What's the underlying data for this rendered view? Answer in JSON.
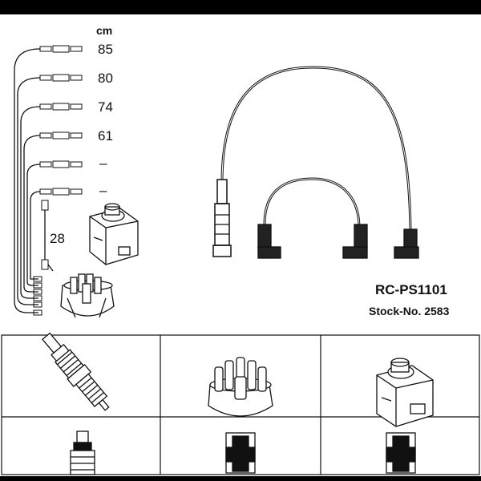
{
  "product": {
    "part_number": "RC-PS1101",
    "stock_number": "Stock-No. 2583"
  },
  "lengths": {
    "unit": "cm",
    "values": [
      "85",
      "80",
      "74",
      "61",
      "–",
      "–"
    ],
    "coil_lead": "28"
  },
  "icons": {
    "spark_plug": "spark-plug-icon",
    "distributor_cap": "distributor-cap-icon",
    "ignition_coil": "ignition-coil-icon",
    "connector": "connector-icon"
  }
}
